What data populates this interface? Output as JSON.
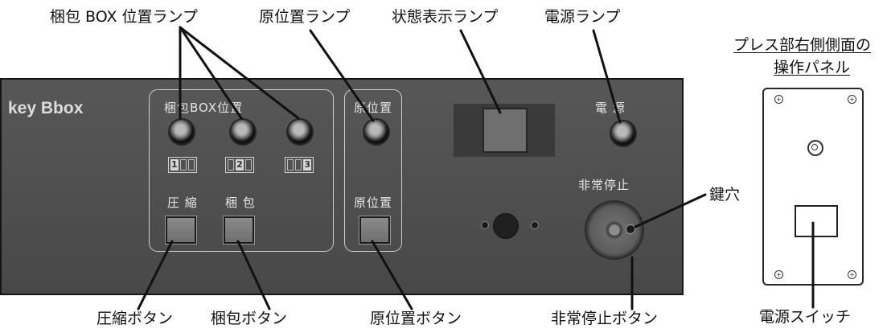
{
  "callouts": {
    "box_position_lamps": "梱包 BOX 位置ランプ",
    "home_lamp": "原位置ランプ",
    "status_lamp": "状態表示ランプ",
    "power_lamp": "電源ランプ",
    "key_hole": "鍵穴",
    "compress_button": "圧縮ボタン",
    "pack_button": "梱包ボタン",
    "home_button": "原位置ボタン",
    "emergency_button": "非常停止ボタン",
    "power_switch": "電源スイッチ"
  },
  "side_panel": {
    "title_line1": "プレス部右側側面の",
    "title_line2": "操作パネル"
  },
  "panel": {
    "brand": "key Bbox",
    "box_position_label": "梱包BOX位置",
    "indicator_numbers": [
      "1",
      "2",
      "3"
    ],
    "compress_label": "圧 縮",
    "pack_label": "梱 包",
    "home_label_top": "原位置",
    "home_label_bottom": "原位置",
    "power_label": "電 源",
    "emergency_label": "非常停止"
  }
}
